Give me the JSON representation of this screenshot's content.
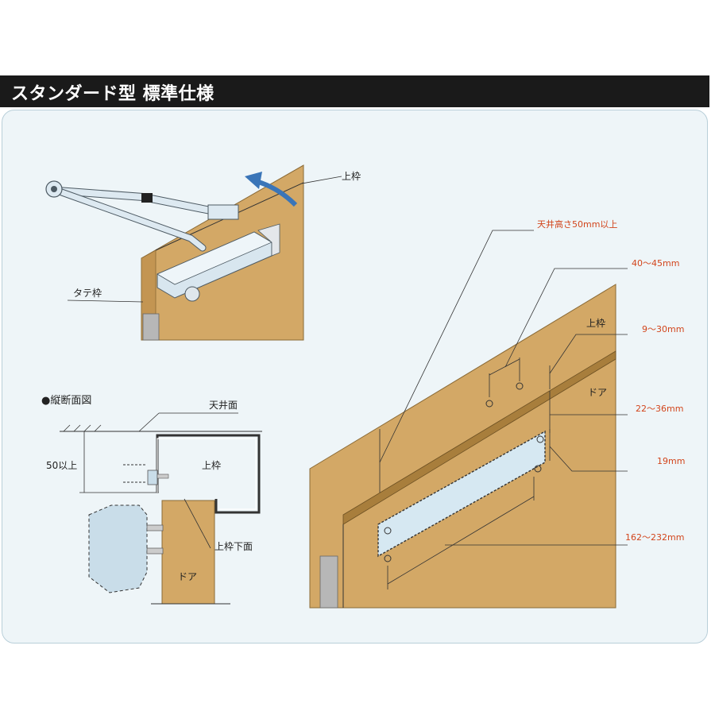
{
  "header": {
    "title": "スタンダード型 標準仕様"
  },
  "top_diagram": {
    "label_upper_frame": "上枠",
    "label_side_frame": "タテ枠"
  },
  "cross_section": {
    "title": "●縦断面図",
    "label_ceiling": "天井面",
    "label_clearance": "50以上",
    "label_upper_frame": "上枠",
    "label_upper_frame_bottom": "上枠下面",
    "label_door": "ドア"
  },
  "right_diagram": {
    "label_ceiling_height": "天井高さ50mm以上",
    "dim_hole_spacing": "40～45mm",
    "label_upper_frame": "上枠",
    "dim_frame_offset": "9～30mm",
    "label_door": "ドア",
    "dim_plate_offset": "22～36mm",
    "dim_plate_height": "19mm",
    "dim_plate_length": "162～232mm"
  },
  "colors": {
    "wood": "#d3a866",
    "wood_edge": "#b88a48",
    "metal": "#c9dde9",
    "dim_text": "#d2451c",
    "header_bg": "#1a1a1a"
  }
}
